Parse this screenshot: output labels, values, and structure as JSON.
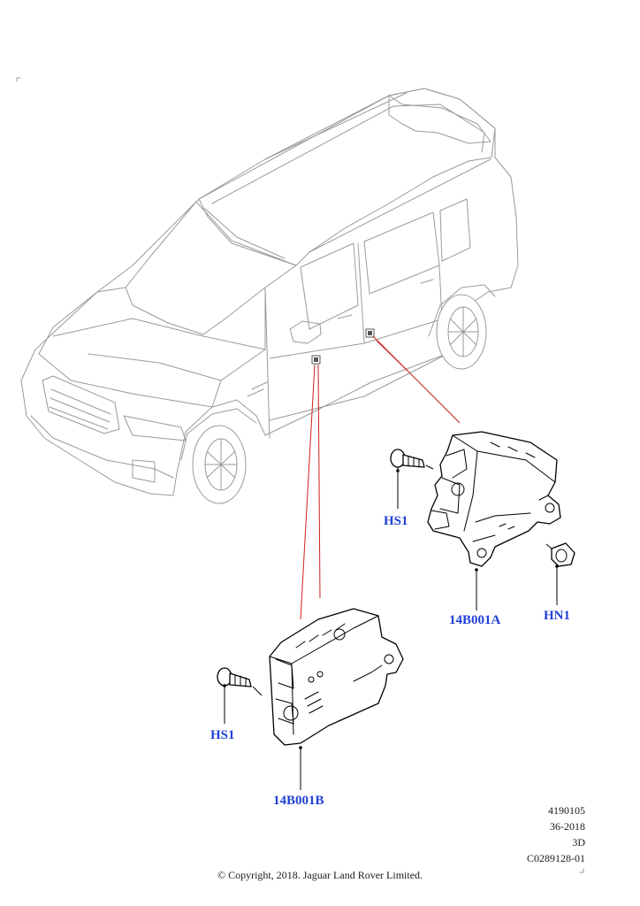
{
  "labels": {
    "hs1_top": "HS1",
    "module_a": "14B001A",
    "hn1": "HN1",
    "hs1_bottom": "HS1",
    "module_b": "14B001B"
  },
  "meta": {
    "line1": "4190105",
    "line2": "36-2018",
    "line3": "3D",
    "line4": "C0289128-01"
  },
  "copyright": "© Copyright, 2018. Jaguar Land Rover Limited.",
  "colors": {
    "label_blue": "#1f3fd6",
    "pointer_red": "#cc1f1f",
    "car_outline": "#9a9a9a"
  }
}
